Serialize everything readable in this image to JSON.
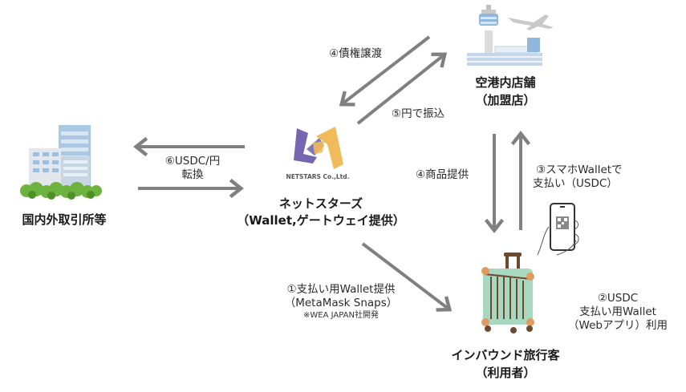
{
  "nodes": {
    "exchange": {
      "label": "国内外取引所等"
    },
    "netstars": {
      "logo_text": "NETSTARS Co.,Ltd.",
      "line1": "ネットスターズ",
      "line2": "（Wallet,ゲートウェイ提供）"
    },
    "airport": {
      "line1": "空港内店舗",
      "line2": "（加盟店）"
    },
    "traveler": {
      "line1": "インバウンド旅行客",
      "line2": "（利用者）"
    }
  },
  "flows": {
    "f6": {
      "line1": "⑥USDC/円",
      "line2": "転換"
    },
    "f4a": {
      "label": "④債権譲渡"
    },
    "f5": {
      "label": "⑤円で振込"
    },
    "f4b": {
      "label": "④商品提供"
    },
    "f3": {
      "line1": "③スマホWalletで",
      "line2": "支払い（USDC）"
    },
    "f1": {
      "line1": "①支払い用Wallet提供",
      "line2": "（MetaMask Snaps）",
      "note": "※WEA JAPAN社開発"
    },
    "f2": {
      "line1": "②USDC",
      "line2": "支払い用Wallet",
      "line3": "（Webアプリ）利用"
    }
  },
  "colors": {
    "arrow": "#808080",
    "logo_purple": "#7466b0",
    "logo_yellow": "#f0bb5a",
    "suitcase": "#a8d8c0",
    "tree": "#6cb33f"
  }
}
